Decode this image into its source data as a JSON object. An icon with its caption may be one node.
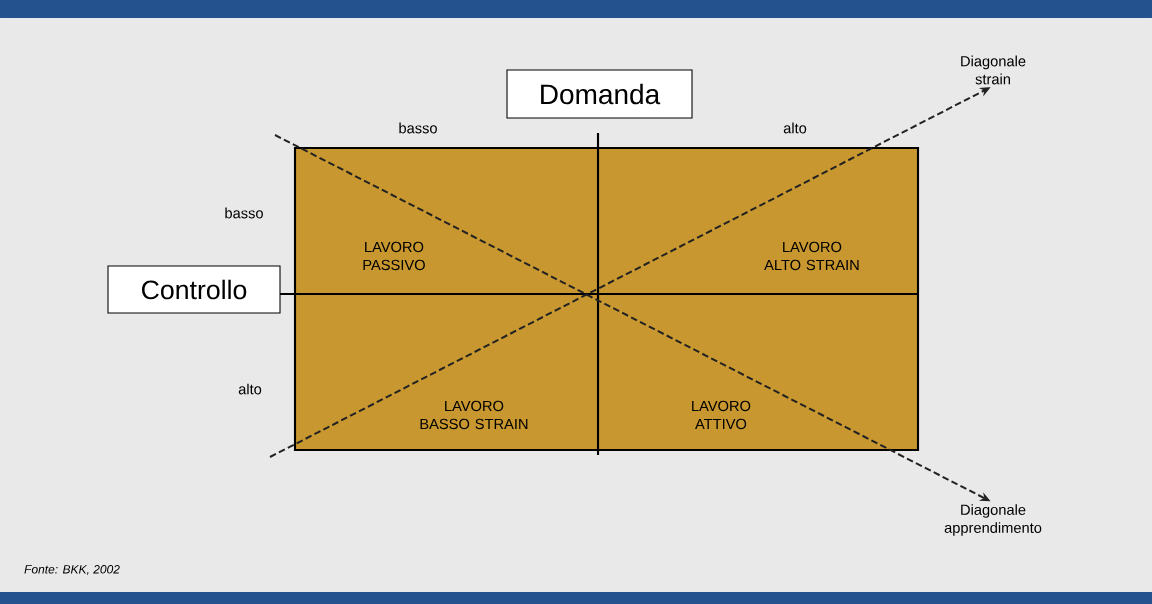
{
  "diagram": {
    "nodes": [
      {
        "text": [
          "Diagonale strain"
        ]
      },
      {
        "text": [
          "Domanda"
        ]
      },
      {
        "text": [],
        "shape": "box"
      },
      {
        "text": [
          "LAVORO PASSIVO"
        ],
        "in": 2
      },
      {
        "text": [
          "LAVORO ALTO STRAIN"
        ],
        "in": 2
      },
      {
        "text": [
          "LAVORO BASSO STRAIN"
        ],
        "in": 2
      },
      {
        "text": [
          "LAVORO ATTIVO"
        ],
        "in": 2
      },
      {
        "text": [
          "Controllo"
        ]
      },
      {
        "text": [
          "Diagonale apprendimento"
        ]
      }
    ],
    "edges": [
      {
        "from": null,
        "to": 0,
        "arrow": "to",
        "style": "dashed"
      },
      {
        "from": null,
        "to": 8,
        "arrow": "to",
        "style": "dashed"
      }
    ],
    "labels": [
      "basso",
      "alto",
      "basso",
      "alto",
      "Fonte: BKK, 2002"
    ]
  }
}
